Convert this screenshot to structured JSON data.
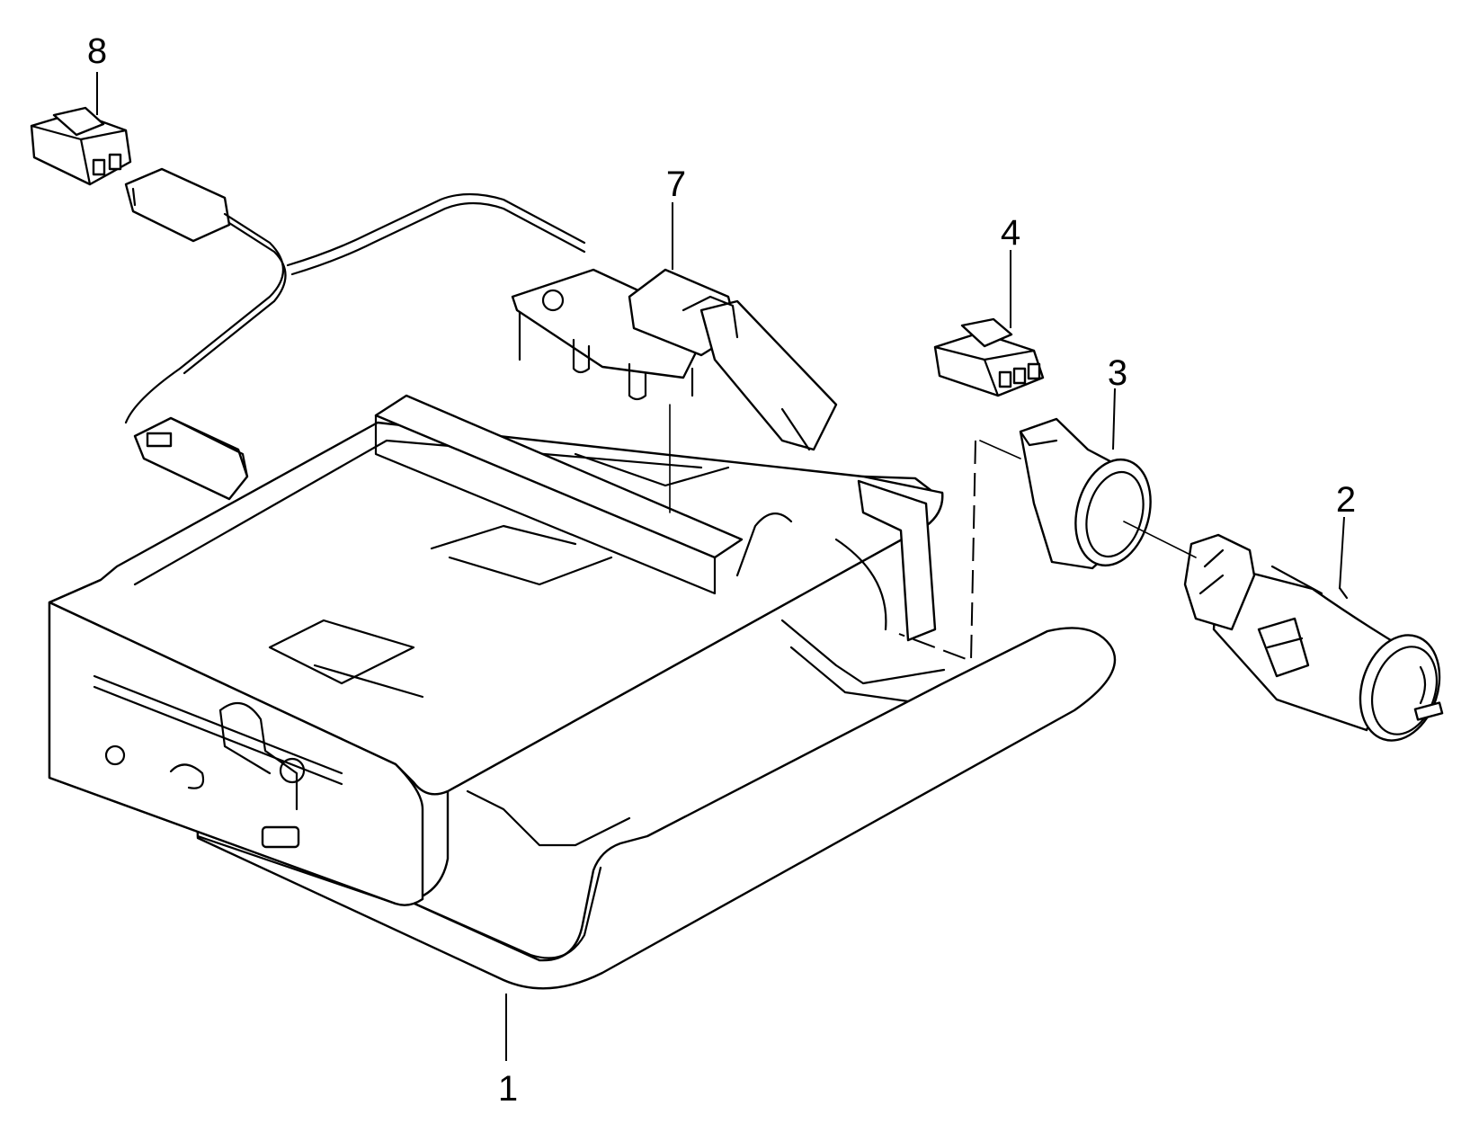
{
  "diagram": {
    "callouts": [
      {
        "id": "1",
        "label": "1"
      },
      {
        "id": "2",
        "label": "2"
      },
      {
        "id": "3",
        "label": "3"
      },
      {
        "id": "4",
        "label": "4"
      },
      {
        "id": "7",
        "label": "7"
      },
      {
        "id": "8",
        "label": "8"
      }
    ]
  }
}
